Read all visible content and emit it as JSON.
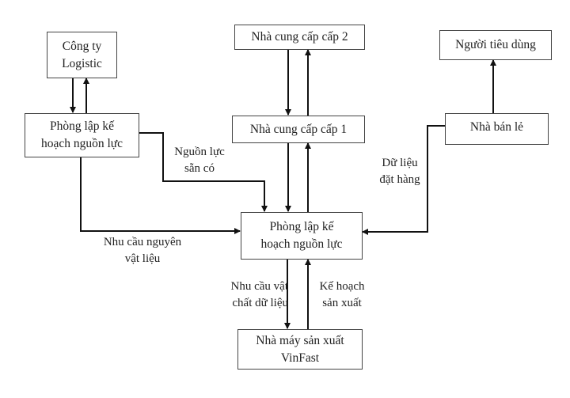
{
  "nodes": {
    "logistic": "Công ty\nLogistic",
    "planning_left": "Phòng lập kế\nhoạch nguồn lực",
    "supplier2": "Nhà cung cấp cấp 2",
    "supplier1": "Nhà cung cấp cấp 1",
    "consumer": "Người tiêu dùng",
    "retailer": "Nhà bán lẻ",
    "planning_center": "Phòng lập kế\nhoạch nguồn lực",
    "factory": "Nhà máy sản xuất\nVinFast"
  },
  "edges": {
    "available_resources": "Nguồn lực\nsẵn có",
    "material_demand": "Nhu cầu nguyên\nvật liệu",
    "order_data": "Dữ liệu\nđặt hàng",
    "physical_data_demand": "Nhu cầu vật\nchất dữ liệu",
    "production_plan": "Kế hoạch\nsản xuất"
  }
}
